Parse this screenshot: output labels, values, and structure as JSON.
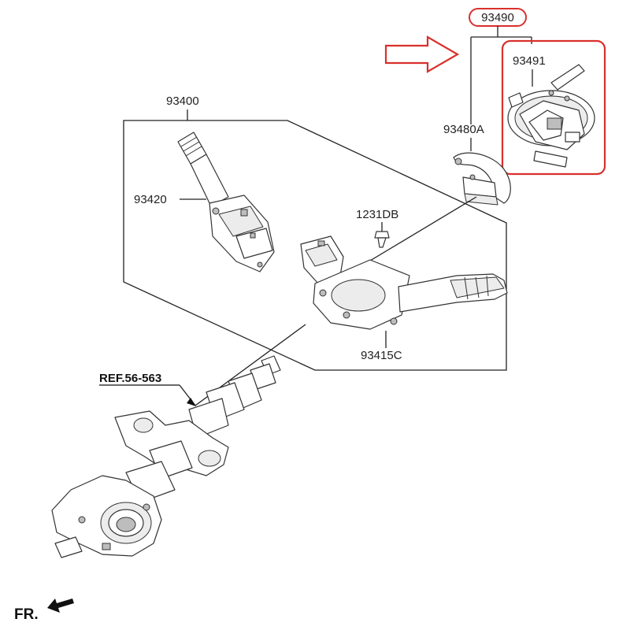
{
  "labels": {
    "assembly_main": "93490",
    "clock_spring": "93491",
    "combination_switch": "93400",
    "cover_part": "93480A",
    "wiper_switch": "93420",
    "bolt": "1231DB",
    "switch_body": "93415C",
    "reference": "REF.56-563",
    "front_indicator": "FR."
  },
  "colors": {
    "highlight": "#d9302c",
    "line": "#222222"
  },
  "icons": {
    "pointer_arrow": "right-arrow-outline-icon",
    "front_arrow": "front-direction-arrow-icon"
  }
}
